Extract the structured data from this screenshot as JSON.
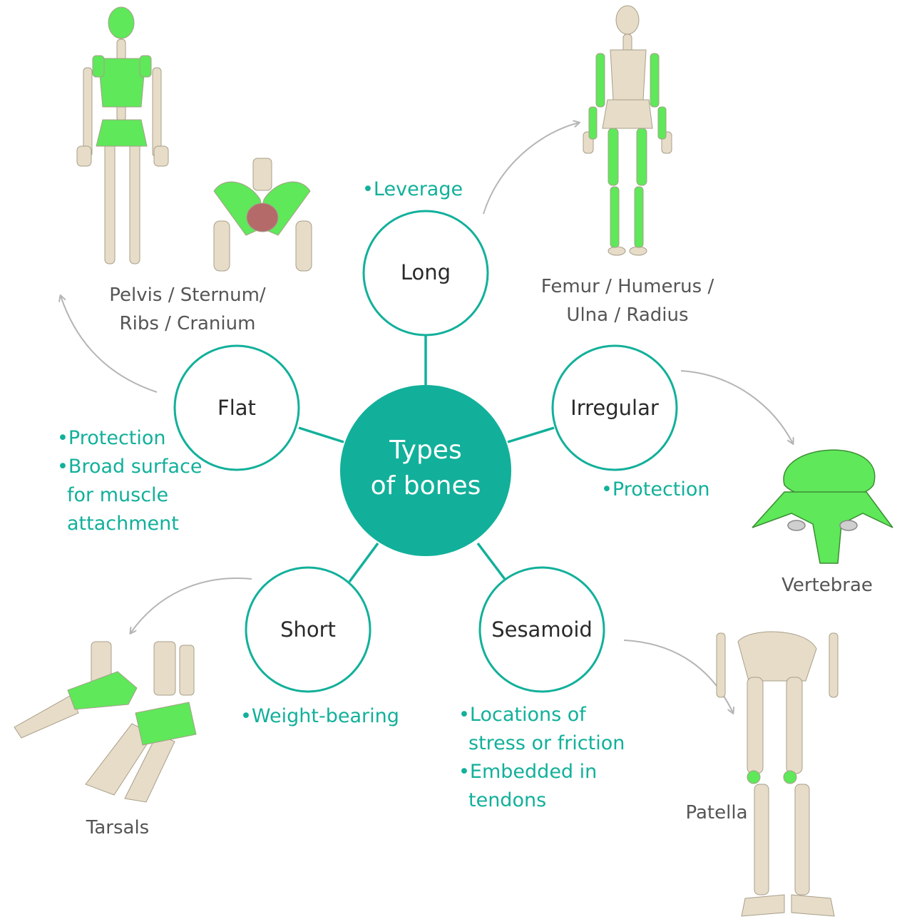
{
  "center": {
    "line1": "Types",
    "line2": "of bones"
  },
  "colors": {
    "teal": "#12b09a",
    "bone": "#e6dcc8",
    "highlight": "#5ee85a",
    "arrow": "#b5b5b5",
    "text": "#2a2a2a",
    "example_text": "#555555"
  },
  "types": [
    {
      "id": "long",
      "name": "Long",
      "bullets": [
        "•Leverage"
      ],
      "examples": [
        "Femur / Humerus /",
        "Ulna / Radius"
      ]
    },
    {
      "id": "flat",
      "name": "Flat",
      "bullets": [
        "•Protection",
        "•Broad surface",
        "for muscle",
        "attachment"
      ],
      "examples": [
        "Pelvis / Sternum/",
        "Ribs / Cranium"
      ]
    },
    {
      "id": "irregular",
      "name": "Irregular",
      "bullets": [
        "•Protection"
      ],
      "examples": [
        "Vertebrae"
      ]
    },
    {
      "id": "short",
      "name": "Short",
      "bullets": [
        "•Weight-bearing"
      ],
      "examples": [
        "Tarsals"
      ]
    },
    {
      "id": "sesamoid",
      "name": "Sesamoid",
      "bullets": [
        "•Locations of",
        "stress or friction",
        "•Embedded in",
        "tendons"
      ],
      "examples": [
        "Patella"
      ]
    }
  ],
  "images": [
    {
      "name": "flat-skeleton-back",
      "icon": "skeleton-icon"
    },
    {
      "name": "pelvis",
      "icon": "pelvis-icon"
    },
    {
      "name": "long-skeleton-front",
      "icon": "skeleton-icon"
    },
    {
      "name": "vertebra",
      "icon": "vertebra-icon"
    },
    {
      "name": "feet",
      "icon": "foot-icon"
    },
    {
      "name": "legs",
      "icon": "leg-icon"
    }
  ]
}
